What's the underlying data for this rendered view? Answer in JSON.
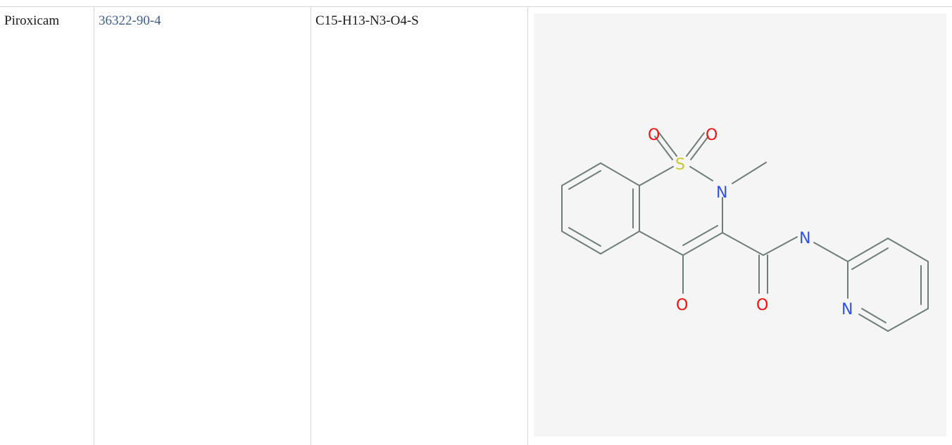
{
  "compound": {
    "name": "Piroxicam",
    "cas": "36322-90-4",
    "formula": "C15-H13-N3-O4-S"
  },
  "structure": {
    "atoms": {
      "o1": "O",
      "o2": "O",
      "s": "S",
      "n_ring": "N",
      "n_amide": "N",
      "o_hydroxyl": "O",
      "o_carbonyl": "O",
      "n_pyridine": "N"
    },
    "colors": {
      "bond": "#6b7f77",
      "oxygen": "#ff0d0d",
      "nitrogen": "#3050f8",
      "sulfur": "#c8c830",
      "background": "#f5f5f5"
    }
  }
}
